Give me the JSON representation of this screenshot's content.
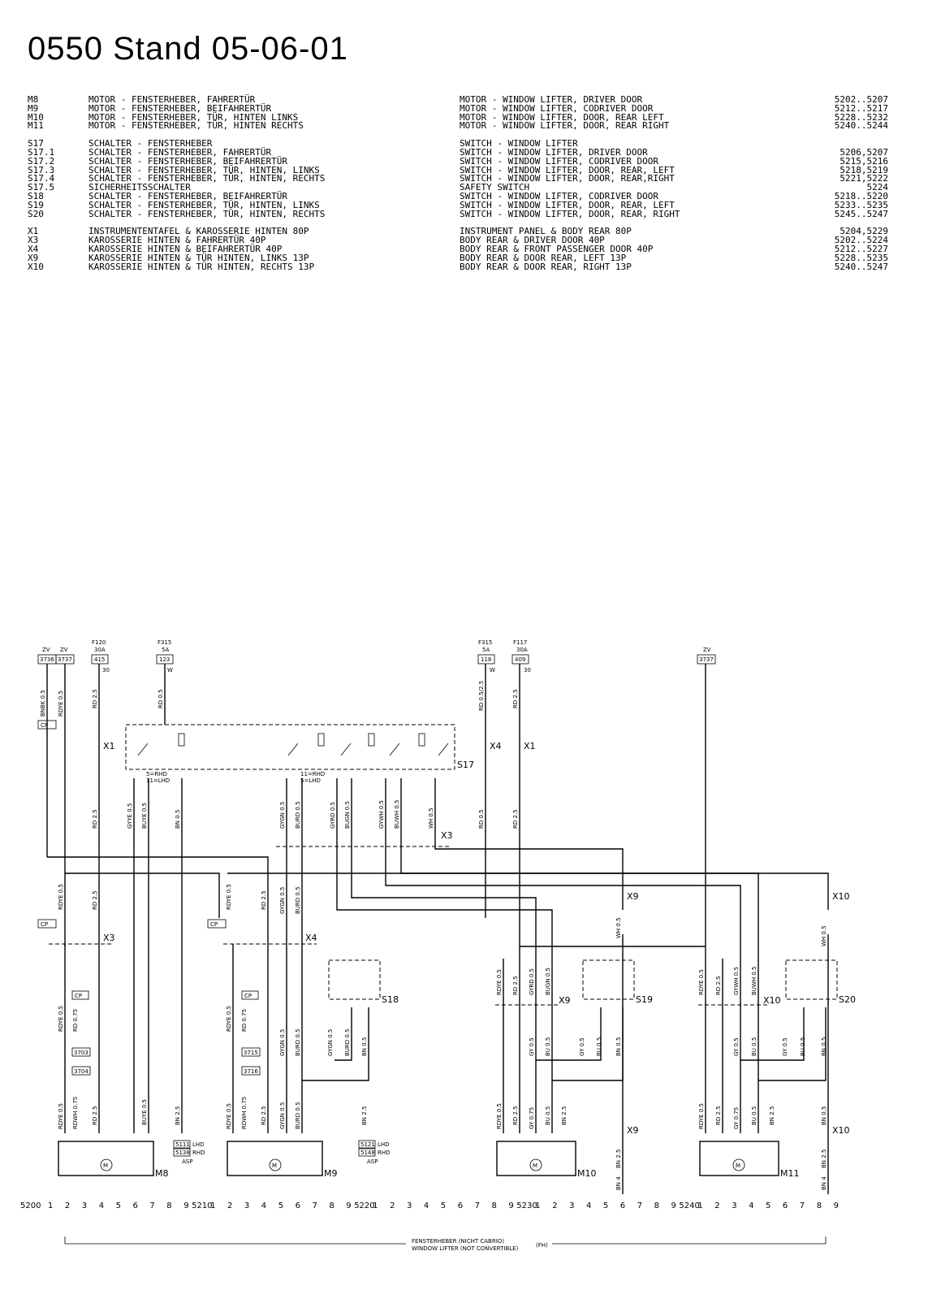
{
  "header": {
    "title": "0550 Stand 05-06-01"
  },
  "legend": [
    {
      "group": "motors",
      "rows": [
        {
          "code": "M8",
          "de": "MOTOR - FENSTERHEBER, FAHRERTÜR",
          "en": "MOTOR - WINDOW LIFTER, DRIVER DOOR",
          "ref": "5202..5207"
        },
        {
          "code": "M9",
          "de": "MOTOR - FENSTERHEBER, BEIFAHRERTÜR",
          "en": "MOTOR - WINDOW LIFTER, CODRIVER DOOR",
          "ref": "5212..5217"
        },
        {
          "code": "M10",
          "de": "MOTOR - FENSTERHEBER, TÜR, HINTEN LINKS",
          "en": "MOTOR - WINDOW LIFTER, DOOR, REAR LEFT",
          "ref": "5228..5232"
        },
        {
          "code": "M11",
          "de": "MOTOR - FENSTERHEBER, TÜR, HINTEN RECHTS",
          "en": "MOTOR - WINDOW LIFTER, DOOR, REAR RIGHT",
          "ref": "5240..5244"
        }
      ]
    },
    {
      "group": "switches",
      "rows": [
        {
          "code": "S17",
          "de": "SCHALTER - FENSTERHEBER",
          "en": "SWITCH - WINDOW LIFTER",
          "ref": ""
        },
        {
          "code": "S17.1",
          "de": "SCHALTER - FENSTERHEBER, FAHRERTÜR",
          "en": "SWITCH - WINDOW LIFTER, DRIVER DOOR",
          "ref": "5206,5207"
        },
        {
          "code": "S17.2",
          "de": "SCHALTER - FENSTERHEBER, BEIFAHRERTÜR",
          "en": "SWITCH - WINDOW LIFTER, CODRIVER DOOR",
          "ref": "5215,5216"
        },
        {
          "code": "S17.3",
          "de": "SCHALTER - FENSTERHEBER, TÜR, HINTEN, LINKS",
          "en": "SWITCH - WINDOW LIFTER, DOOR, REAR, LEFT",
          "ref": "5218,5219"
        },
        {
          "code": "S17.4",
          "de": "SCHALTER - FENSTERHEBER, TÜR, HINTEN, RECHTS",
          "en": "SWITCH - WINDOW LIFTER, DOOR, REAR,RIGHT",
          "ref": "5221,5222"
        },
        {
          "code": "S17.5",
          "de": "SICHERHEITSSCHALTER",
          "en": "SAFETY SWITCH",
          "ref": "5224"
        },
        {
          "code": "S18",
          "de": "SCHALTER - FENSTERHEBER, BEIFAHRERTÜR",
          "en": "SWITCH - WINDOW LIFTER, CODRIVER DOOR",
          "ref": "5218..5220"
        },
        {
          "code": "S19",
          "de": "SCHALTER - FENSTERHEBER, TÜR, HINTEN, LINKS",
          "en": "SWITCH - WINDOW LIFTER, DOOR, REAR, LEFT",
          "ref": "5233..5235"
        },
        {
          "code": "S20",
          "de": "SCHALTER - FENSTERHEBER, TÜR, HINTEN, RECHTS",
          "en": "SWITCH - WINDOW LIFTER, DOOR, REAR, RIGHT",
          "ref": "5245..5247"
        }
      ]
    },
    {
      "group": "connectors",
      "rows": [
        {
          "code": "X1",
          "de": "INSTRUMENTENTAFEL & KAROSSERIE HINTEN 80P",
          "en": "INSTRUMENT PANEL & BODY REAR 80P",
          "ref": "5204,5229"
        },
        {
          "code": "X3",
          "de": "KAROSSERIE HINTEN & FAHRERTÜR 40P",
          "en": "BODY REAR & DRIVER DOOR 40P",
          "ref": "5202..5224"
        },
        {
          "code": "X4",
          "de": "KAROSSERIE HINTEN & BEIFAHRERTÜR 40P",
          "en": "BODY REAR & FRONT PASSENGER DOOR 40P",
          "ref": "5212..5227"
        },
        {
          "code": "X9",
          "de": "KAROSSERIE HINTEN & TÜR HINTEN, LINKS 13P",
          "en": "BODY REAR & DOOR REAR, LEFT 13P",
          "ref": "5228..5235"
        },
        {
          "code": "X10",
          "de": "KAROSSERIE HINTEN & TÜR HINTEN, RECHTS 13P",
          "en": "BODY REAR & DOOR REAR, RIGHT 13P",
          "ref": "5240..5247"
        }
      ]
    }
  ],
  "fuses": [
    {
      "name": "ZV",
      "box": "3736"
    },
    {
      "name": "ZV",
      "box": "3737"
    },
    {
      "name": "F120",
      "rating": "30A",
      "box": "415",
      "term": "30"
    },
    {
      "name": "F315",
      "rating": "5A",
      "box": "123",
      "term": "W"
    },
    {
      "name": "F315",
      "rating": "5A",
      "box": "118",
      "term": "W"
    },
    {
      "name": "F117",
      "rating": "30A",
      "box": "409",
      "term": "30"
    },
    {
      "name": "ZV",
      "box": "3737"
    }
  ],
  "components": {
    "switch_block": "S17",
    "switches": [
      "S18",
      "S19",
      "S20"
    ],
    "motors": [
      "M8",
      "M9",
      "M10",
      "M11"
    ],
    "connectors": [
      "X1",
      "X3",
      "X4",
      "X9",
      "X10"
    ],
    "motor_symbol": "M",
    "s17_note_a": "5=RHD",
    "s17_note_b": "11=LHD",
    "s17_note_c": "11=RHD",
    "s17_note_d": "5=LHD"
  },
  "refs": [
    {
      "top": "5111",
      "bottom": "5138",
      "top_label": "LHD",
      "bottom_label": "RHD",
      "note": "ASP"
    },
    {
      "top": "5121",
      "bottom": "5148",
      "top_label": "LHD",
      "bottom_label": "RHD",
      "note": "ASP"
    }
  ],
  "wires": [
    "BNBK 0.5",
    "RDYE 0.5",
    "RD 2.5",
    "RD 0.5",
    "RD 0.5/2.5",
    "GYYE 0.5",
    "BUYE 0.5",
    "BN 0.5",
    "GYGN 0.5",
    "BURD 0.5",
    "GYRD 0.5",
    "BUGN 0.5",
    "GYWH 0.5",
    "BUWH 0.5",
    "WH 0.5",
    "RDWH 0.75",
    "RD 0.75",
    "GY 0.5",
    "BU 0.5",
    "GY 0.75",
    "BN 2.5",
    "BN 4",
    "CP"
  ],
  "splice_ids": [
    "3703",
    "3704",
    "3715",
    "3716"
  ],
  "footer": {
    "scale_start": "5200",
    "scale_marks": [
      "5210",
      "5220",
      "5230",
      "5240"
    ],
    "digits": [
      "1",
      "2",
      "3",
      "4",
      "5",
      "6",
      "7",
      "8",
      "9"
    ],
    "caption_de": "FENSTERHEBER (NICHT CABRIO)",
    "caption_en": "WINDOW LIFTER (NOT CONVERTIBLE)",
    "caption_code": "(FH)"
  }
}
